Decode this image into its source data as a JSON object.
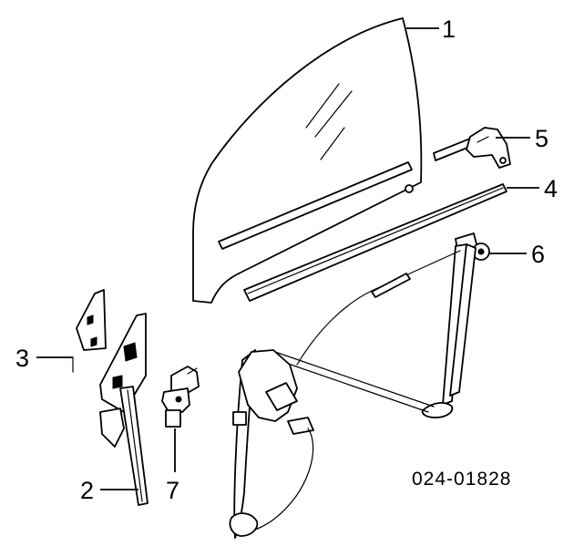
{
  "diagram": {
    "callouts": [
      {
        "id": "1",
        "label": "1"
      },
      {
        "id": "2",
        "label": "2"
      },
      {
        "id": "3",
        "label": "3"
      },
      {
        "id": "4",
        "label": "4"
      },
      {
        "id": "5",
        "label": "5"
      },
      {
        "id": "6",
        "label": "6"
      },
      {
        "id": "7",
        "label": "7"
      }
    ],
    "reference_code": "024-01828"
  }
}
